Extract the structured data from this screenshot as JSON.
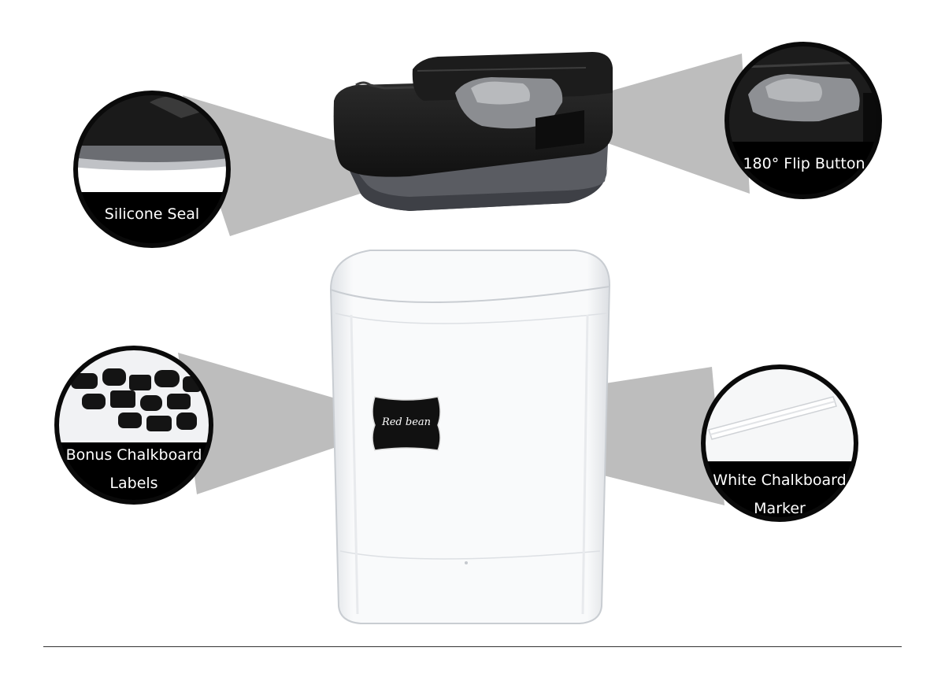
{
  "callouts": {
    "silicone_seal": "Silicone Seal",
    "flip_button": "180° Flip Button",
    "labels_line1": "Bonus Chalkboard",
    "labels_line2": "Labels",
    "marker_line1": "White Chalkboard",
    "marker_line2": "Marker"
  },
  "sample_label": "Red bean",
  "colors": {
    "lid": "#1b1b1b",
    "seal": "#5a5c62",
    "beam": "#9a9a9a",
    "ring": "#0a0a0a"
  }
}
